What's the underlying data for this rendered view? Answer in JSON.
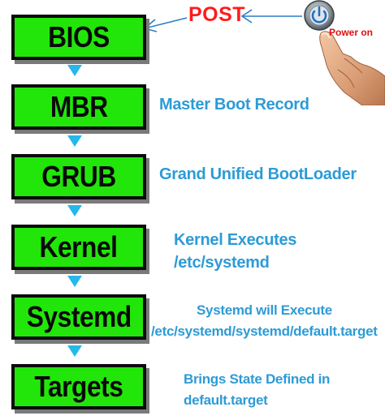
{
  "post": {
    "label": "POST"
  },
  "power": {
    "label": "Power on",
    "icon": "power-button-icon",
    "hand": "pointing-hand-icon"
  },
  "stages": [
    {
      "id": "bios",
      "label": "BIOS",
      "description": []
    },
    {
      "id": "mbr",
      "label": "MBR",
      "description": [
        "Master Boot Record"
      ]
    },
    {
      "id": "grub",
      "label": "GRUB",
      "description": [
        "Grand Unified BootLoader"
      ]
    },
    {
      "id": "kernel",
      "label": "Kernel",
      "description": [
        "Kernel Executes",
        "/etc/systemd"
      ]
    },
    {
      "id": "systemd",
      "label": "Systemd",
      "description": [
        "Systemd will Execute",
        "/etc/systemd/systemd/default.target"
      ]
    },
    {
      "id": "targets",
      "label": "Targets",
      "description": [
        "Brings State Defined in",
        "default.target"
      ]
    }
  ],
  "colors": {
    "box_fill": "#22e60a",
    "box_border": "#0b0b0b",
    "arrow": "#27b7ea",
    "description_text": "#2d9bd6",
    "post_text": "#ff1b1b"
  }
}
